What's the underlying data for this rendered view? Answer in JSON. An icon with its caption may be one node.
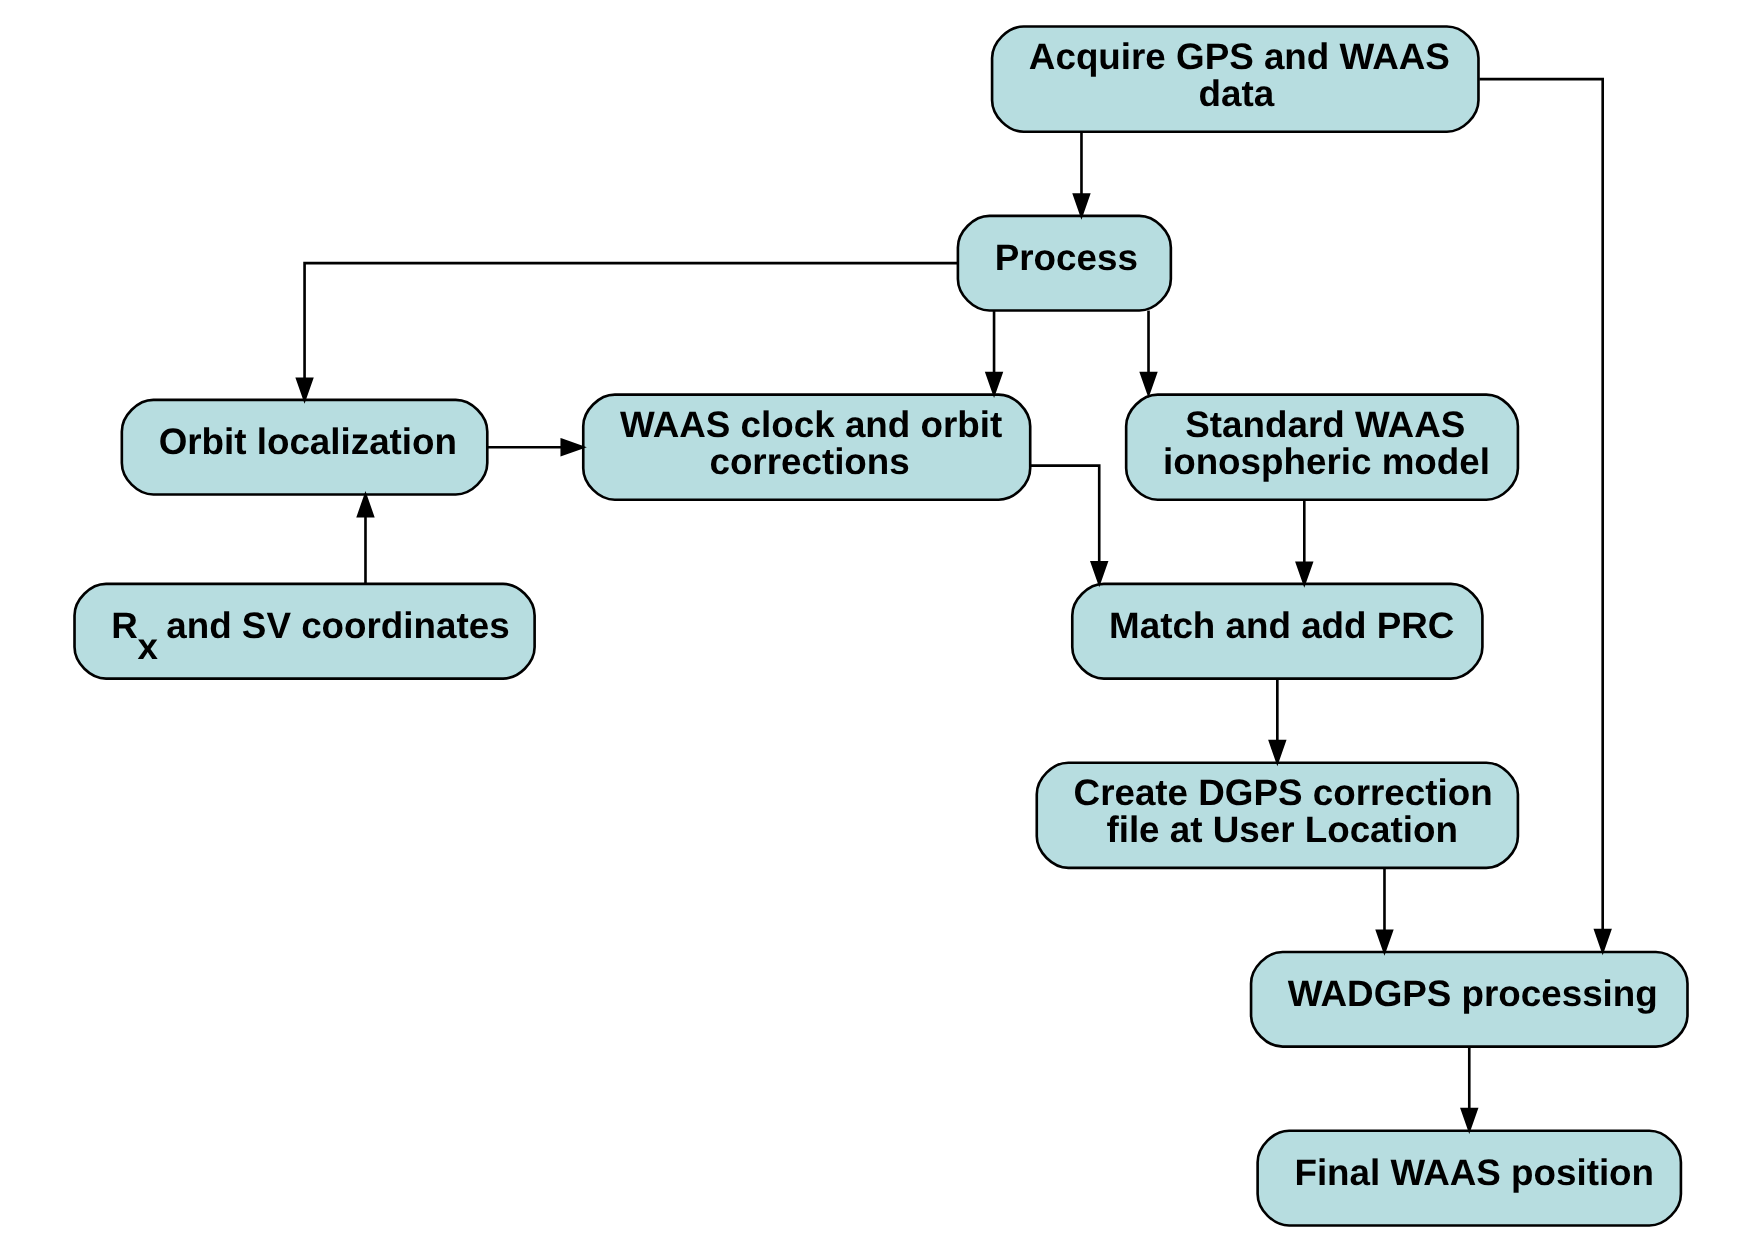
{
  "diagram": {
    "nodes": [
      {
        "text": [
          "Acquire GPS and WAAS data"
        ]
      },
      {
        "text": [
          "Process"
        ]
      },
      {
        "text": [
          "Orbit localization"
        ]
      },
      {
        "text": [
          "WAAS clock and orbit corrections"
        ]
      },
      {
        "text": [
          "Standard WAAS ionospheric model"
        ]
      },
      {
        "text": [
          "R$_{x}$ and SV coordinates"
        ]
      },
      {
        "text": [
          "Match and add PRC"
        ]
      },
      {
        "text": [
          "Create DGPS correction file at User Location"
        ]
      },
      {
        "text": [
          "WADGPS processing"
        ]
      },
      {
        "text": [
          "Final WAAS position"
        ]
      }
    ],
    "edges": [
      {
        "from": 0,
        "to": 1,
        "arrow": "to"
      },
      {
        "from": 1,
        "to": 2,
        "arrow": "to"
      },
      {
        "from": 1,
        "to": 3,
        "arrow": "to"
      },
      {
        "from": 1,
        "to": 4,
        "arrow": "to"
      },
      {
        "from": 2,
        "to": 3,
        "arrow": "to"
      },
      {
        "from": 5,
        "to": 2,
        "arrow": "to"
      },
      {
        "from": 3,
        "to": 6,
        "arrow": "to"
      },
      {
        "from": 4,
        "to": 6,
        "arrow": "to"
      },
      {
        "from": 6,
        "to": 7,
        "arrow": "to"
      },
      {
        "from": 7,
        "to": 8,
        "arrow": "to"
      },
      {
        "from": 0,
        "to": 8,
        "arrow": "to"
      },
      {
        "from": 8,
        "to": 9,
        "arrow": "to"
      }
    ]
  }
}
